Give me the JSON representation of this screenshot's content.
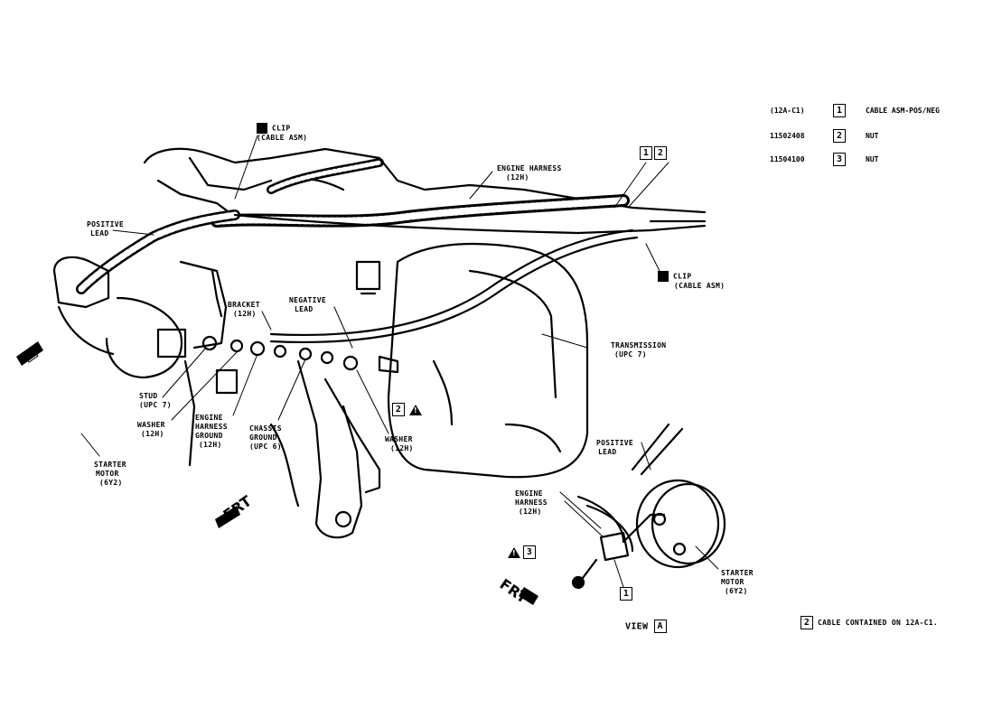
{
  "legend": [
    {
      "part": "(12A-C1)",
      "num": "1",
      "desc": "CABLE ASM-POS/NEG"
    },
    {
      "part": "11502408",
      "num": "2",
      "desc": "NUT"
    },
    {
      "part": "11504100",
      "num": "3",
      "desc": "NUT"
    }
  ],
  "labels": {
    "clip_top": "CLIP",
    "clip_top_2": "(CABLE ASM)",
    "engine_harness": "ENGINE HARNESS",
    "engine_harness_2": "(12H)",
    "positive_lead": "POSITIVE",
    "positive_lead_2": "LEAD",
    "clip_right": "CLIP",
    "clip_right_2": "(CABLE ASM)",
    "bracket": "BRACKET",
    "bracket_2": "(12H)",
    "negative_lead": "NEGATIVE",
    "negative_lead_2": "LEAD",
    "transmission": "TRANSMISSION",
    "transmission_2": "(UPC 7)",
    "stud": "STUD",
    "stud_2": "(UPC 7)",
    "washer_left": "WASHER",
    "washer_left_2": "(12H)",
    "eh_ground": "ENGINE",
    "eh_ground_2": "HARNESS",
    "eh_ground_3": "GROUND",
    "eh_ground_4": "(12H)",
    "chassis_ground": "CHASSIS",
    "chassis_ground_2": "GROUND",
    "chassis_ground_3": "(UPC 6)",
    "washer_right": "WASHER",
    "washer_right_2": "(12H)",
    "starter_motor": "STARTER",
    "starter_motor_2": "MOTOR",
    "starter_motor_3": "(6Y2)",
    "frt_main": "FRT",
    "view_a_pos_lead": "POSITIVE",
    "view_a_pos_lead_2": "LEAD",
    "view_a_eng_harness": "ENGINE",
    "view_a_eng_harness_2": "HARNESS",
    "view_a_eng_harness_3": "(12H)",
    "view_a_starter": "STARTER",
    "view_a_starter_2": "MOTOR",
    "view_a_starter_3": "(6Y2)",
    "frt_view": "FRT",
    "view": "VIEW",
    "view_letter": "A",
    "arrow_a": "A",
    "callout_12": "1",
    "callout_12b": "2",
    "callout_2": "2",
    "callout_3": "3",
    "callout_1": "1",
    "note_num": "2",
    "note": "CABLE CONTAINED ON 12A-C1."
  }
}
